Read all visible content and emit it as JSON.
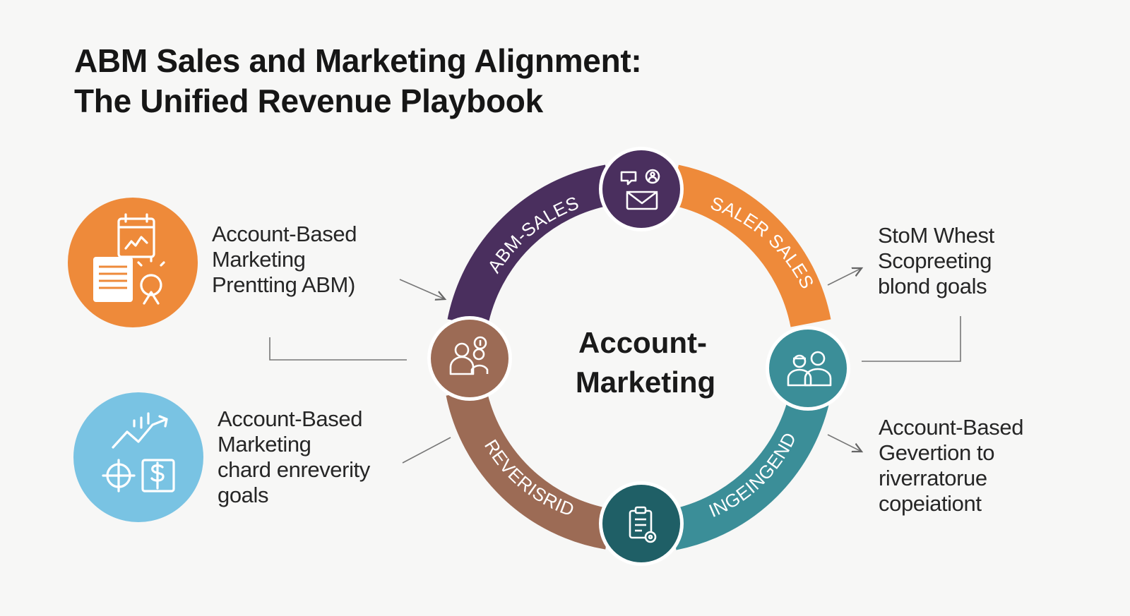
{
  "title": {
    "line1": "ABM Sales and Marketing Alignment:",
    "line2": "The Unified Revenue Playbook"
  },
  "center": {
    "line1": "Account-",
    "line2": "Marketing"
  },
  "segments": {
    "top_left": "ABM-SALES",
    "top_right": "SALER SALES",
    "bottom_left": "REVERISRID",
    "bottom_right": "INGEINGEND"
  },
  "left_blocks": [
    {
      "lines": [
        "Account-Based",
        "Marketing",
        "Prentting ABM)"
      ],
      "icon": "checklist-document-icon"
    },
    {
      "lines": [
        "Account-Based",
        "Marketing",
        "chard enreverity",
        "goals"
      ],
      "icon": "growth-chart-dollar-icon"
    }
  ],
  "right_blocks": [
    {
      "lines": [
        "StoM Whest",
        "Scopreeting",
        "blond goals"
      ]
    },
    {
      "lines": [
        "Account-Based",
        "Gevertion to",
        "riverratorue",
        "copeiationt"
      ]
    }
  ],
  "node_icons": {
    "top": "email-contact-icon",
    "left": "team-people-icon",
    "right": "users-pair-icon",
    "bottom": "clipboard-settings-icon"
  },
  "colors": {
    "purple": "#4a2f5e",
    "orange": "#ee8a3a",
    "brown": "#9c6b55",
    "teal": "#3b8e98",
    "dark_teal": "#1f5f66",
    "light_blue": "#79c3e3"
  }
}
